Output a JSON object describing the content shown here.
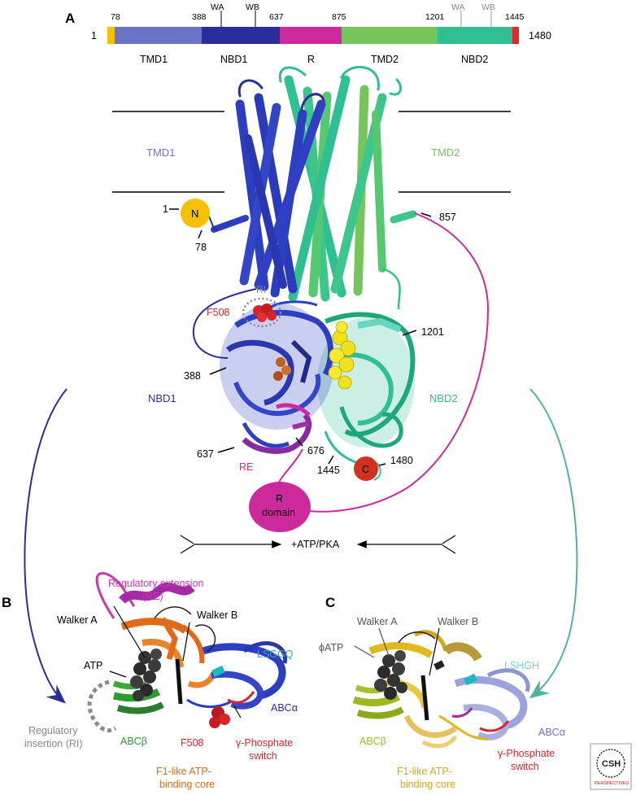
{
  "panels": {
    "a": "A",
    "b": "B",
    "c": "C"
  },
  "colors": {
    "tmd1": "#6b73c6",
    "nbd1": "#2b2e9a",
    "r": "#cc2a9c",
    "tmd2": "#76c55c",
    "nbd2": "#2fbf92",
    "n_terminal": "#f5c000",
    "c_terminal": "#e8262a",
    "f508": "#d6262b",
    "atp_yellow": "#f0e020",
    "walker_gray": "#888888",
    "regulatory": "#8a8a8a",
    "orange": "#e06a18",
    "green_abc": "#2e9b2e",
    "yellow_core": "#e0b820"
  },
  "seqbar": {
    "start": "1",
    "end": "1480",
    "ticks": [
      "78",
      "388",
      "637",
      "875",
      "1201",
      "1445"
    ],
    "walker_nbd1": {
      "wa": "WA",
      "wb": "WB"
    },
    "walker_nbd2": {
      "wa": "WA",
      "wb": "WB"
    },
    "domains": [
      "TMD1",
      "NBD1",
      "R",
      "TMD2",
      "NBD2"
    ]
  },
  "structure": {
    "tmd1": "TMD1",
    "tmd2": "TMD2",
    "nbd1": "NBD1",
    "nbd2": "NBD2",
    "n_term": "N",
    "c_term": "C",
    "r_domain_line1": "R",
    "r_domain_line2": "domain",
    "ri": "RI",
    "f508": "F508",
    "re": "RE",
    "res_1": "1",
    "res_78": "78",
    "res_857": "857",
    "res_1201": "1201",
    "res_388": "388",
    "res_637": "637",
    "res_676": "676",
    "res_1445": "1445",
    "res_1480": "1480"
  },
  "arrow_label": "+ATP/PKA",
  "panel_b": {
    "regulatory_extension_line1": "Regulatory extension",
    "regulatory_extension_line2": "(RE)",
    "walker_a": "Walker A",
    "walker_b": "Walker B",
    "atp": "ATP",
    "lsggq": "LSGGQ",
    "abc_alpha": "ABCα",
    "abc_beta": "ABCβ",
    "regulatory_insertion_line1": "Regulatory",
    "regulatory_insertion_line2": "insertion (RI)",
    "f508": "F508",
    "gamma_line1": "γ-Phosphate",
    "gamma_line2": "switch",
    "core_line1": "F1-like ATP-",
    "core_line2": "binding core"
  },
  "panel_c": {
    "walker_a": "Walker A",
    "walker_b": "Walker B",
    "phi_atp": "ϕATP",
    "lshgh": "LSHGH",
    "abc_alpha": "ABCα",
    "abc_beta": "ABCβ",
    "gamma_line1": "γ-Phosphate",
    "gamma_line2": "switch",
    "core_line1": "F1-like ATP-",
    "core_line2": "binding core"
  },
  "logo": {
    "line1": "CSH",
    "line2": "PERSPECTIVES"
  }
}
